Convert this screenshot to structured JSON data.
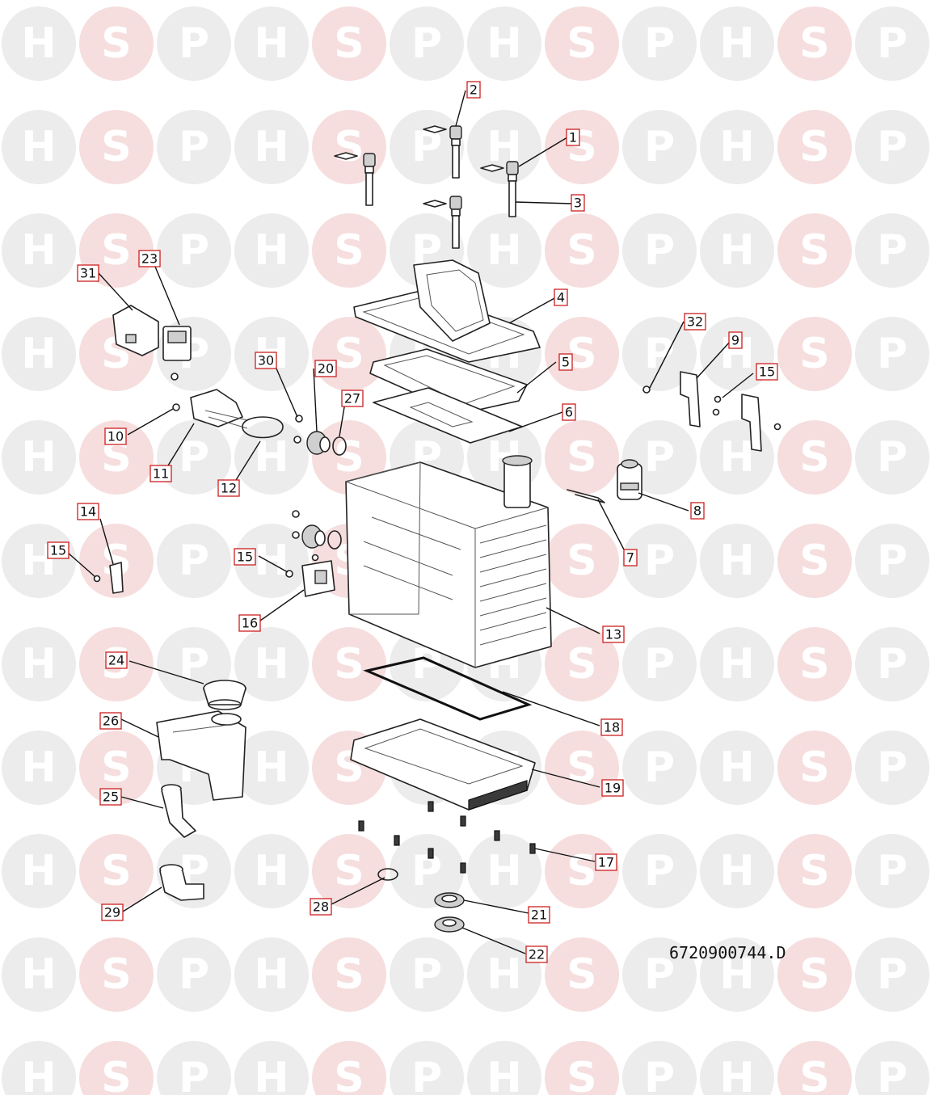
{
  "watermark": {
    "letters": [
      "H",
      "S",
      "P"
    ]
  },
  "callouts": [
    {
      "id": "c1",
      "label": "1"
    },
    {
      "id": "c2",
      "label": "2"
    },
    {
      "id": "c3",
      "label": "3"
    },
    {
      "id": "c4",
      "label": "4"
    },
    {
      "id": "c5",
      "label": "5"
    },
    {
      "id": "c6",
      "label": "6"
    },
    {
      "id": "c7",
      "label": "7"
    },
    {
      "id": "c8",
      "label": "8"
    },
    {
      "id": "c9",
      "label": "9"
    },
    {
      "id": "c10",
      "label": "10"
    },
    {
      "id": "c11",
      "label": "11"
    },
    {
      "id": "c12",
      "label": "12"
    },
    {
      "id": "c13",
      "label": "13"
    },
    {
      "id": "c14",
      "label": "14"
    },
    {
      "id": "c15a",
      "label": "15"
    },
    {
      "id": "c15b",
      "label": "15"
    },
    {
      "id": "c15c",
      "label": "15"
    },
    {
      "id": "c16",
      "label": "16"
    },
    {
      "id": "c17",
      "label": "17"
    },
    {
      "id": "c18",
      "label": "18"
    },
    {
      "id": "c19",
      "label": "19"
    },
    {
      "id": "c20",
      "label": "20"
    },
    {
      "id": "c21",
      "label": "21"
    },
    {
      "id": "c22",
      "label": "22"
    },
    {
      "id": "c23",
      "label": "23"
    },
    {
      "id": "c24",
      "label": "24"
    },
    {
      "id": "c25",
      "label": "25"
    },
    {
      "id": "c26",
      "label": "26"
    },
    {
      "id": "c27",
      "label": "27"
    },
    {
      "id": "c28",
      "label": "28"
    },
    {
      "id": "c29",
      "label": "29"
    },
    {
      "id": "c30",
      "label": "30"
    },
    {
      "id": "c31",
      "label": "31"
    },
    {
      "id": "c32",
      "label": "32"
    }
  ],
  "drawing_reference": "6720900744.D",
  "colors": {
    "callout_border": "#cc1f1f",
    "watermark_grey": "#ececec",
    "watermark_pink": "#f6dede"
  }
}
